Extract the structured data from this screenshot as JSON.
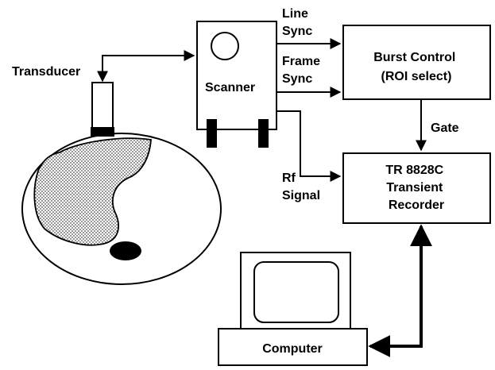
{
  "diagram": {
    "transducer_label": "Transducer",
    "scanner_label": "Scanner",
    "line_sync": [
      "Line",
      "Sync"
    ],
    "frame_sync": [
      "Frame",
      "Sync"
    ],
    "burst_control": [
      "Burst Control",
      "(ROI select)"
    ],
    "gate_label": "Gate",
    "rf_signal": [
      "Rf",
      "Signal"
    ],
    "recorder": [
      "TR 8828C",
      "Transient",
      "Recorder"
    ],
    "computer_label": "Computer"
  }
}
